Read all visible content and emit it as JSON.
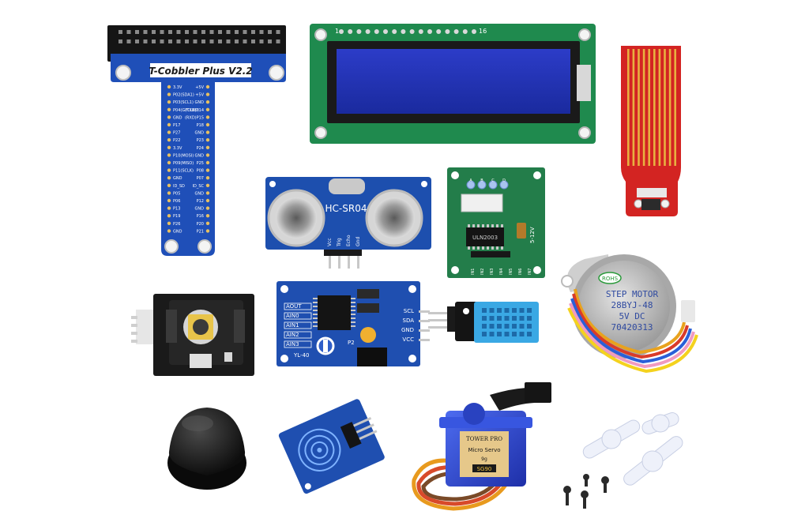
{
  "components": {
    "tcobbler": {
      "title": "T-Cobbler Plus V2.2",
      "pins_left": [
        "3.3V",
        "P02(SDA1)",
        "P03(SCL1)",
        "P04(GPCLK0)",
        "GND",
        "P17",
        "P27",
        "P22",
        "3.3V",
        "P10(MOSI)",
        "P09(MISO)",
        "P11(SCLK)",
        "GND",
        "ID_SD",
        "P05",
        "P06",
        "P13",
        "P19",
        "P26",
        "GND"
      ],
      "pins_right": [
        "+5V",
        "+5V",
        "GND",
        "(TXD)P14",
        "(RXD)P15",
        "P18",
        "GND",
        "P23",
        "P24",
        "GND",
        "P25",
        "P08",
        "P07",
        "ID_SC",
        "GND",
        "P12",
        "GND",
        "P16",
        "P20",
        "P21"
      ]
    },
    "lcd": {
      "pin_first": "1",
      "pin_last": "16"
    },
    "ultrasonic": {
      "model": "HC-SR04",
      "pins": [
        "Vcc",
        "Trig",
        "Echo",
        "Gnd"
      ]
    },
    "stepper_driver": {
      "chip": "ULN2003",
      "leds": [
        "A",
        "B",
        "C",
        "D"
      ],
      "inputs": [
        "IN1",
        "IN2",
        "IN3",
        "IN4",
        "IN5",
        "IN6",
        "IN7"
      ],
      "label": "5-12V"
    },
    "stepper_motor": {
      "rohs": "ROHS",
      "line1": "STEP MOTOR",
      "line2": "28BYJ-48",
      "line3": "5V DC",
      "line4": "70420313"
    },
    "pcf8591": {
      "left_pins": [
        "AOUT",
        "AIN0",
        "AIN1",
        "AIN2",
        "AIN3"
      ],
      "right_pins": [
        "SCL",
        "SDA",
        "GND",
        "VCC"
      ],
      "label": "YL-40",
      "p2": "P2"
    },
    "servo": {
      "brand": "TOWER PRO",
      "model": "Micro Servo",
      "weight": "9g",
      "code": "SG90"
    }
  }
}
